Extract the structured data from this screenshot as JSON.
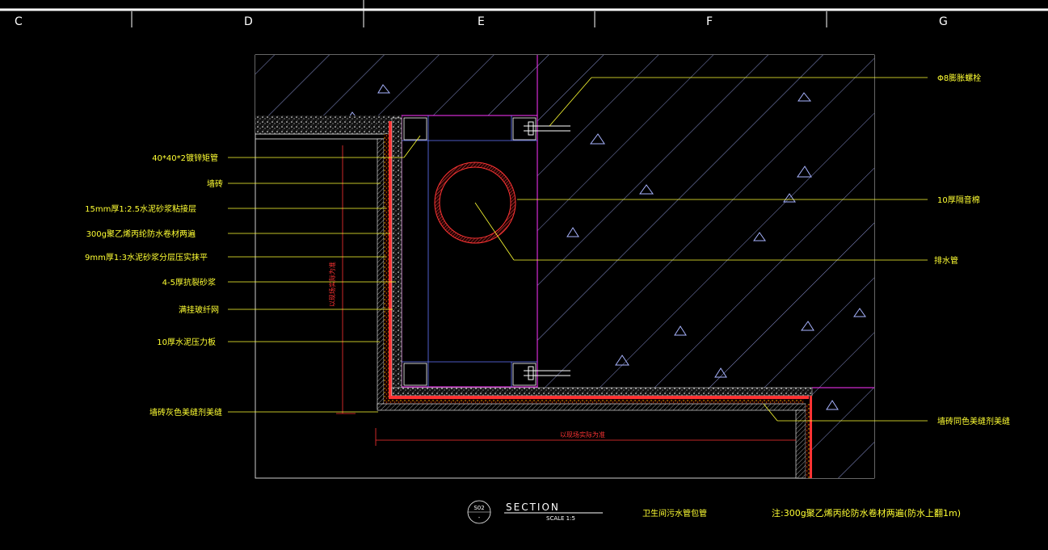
{
  "grid_columns": [
    "C",
    "D",
    "E",
    "F",
    "G"
  ],
  "annotations_left": [
    "40*40*2镀锌矩管",
    "墙砖",
    "15mm厚1:2.5水泥砂浆粘接层",
    "300g聚乙烯丙纶防水卷材两遍",
    "9mm厚1:3水泥砂浆分层压实抹平",
    "4-5厚抗裂砂浆",
    "满挂玻纤网",
    "10厚水泥压力板",
    "墙砖灰色美缝剂美缝"
  ],
  "annotations_right": [
    "Φ8膨胀螺栓",
    "10厚隔音棉",
    "排水管",
    "墙砖同色美缝剂美缝"
  ],
  "dimension_vertical": "以现场实际为准",
  "dimension_horizontal": "以现场实际为准",
  "section": {
    "number": "S02",
    "sub": "-",
    "title": "SECTION",
    "scale": "SCALE 1:5",
    "name": "卫生间污水管包管"
  },
  "note": "注:300g聚乙烯丙纶防水卷材两遍(防水上翻1m)",
  "colors": {
    "background": "#000000",
    "annotation": "#ffff33",
    "outline": "#ff33ff",
    "hatch": "#a8b4ff",
    "dimension": "#ff3333",
    "frame": "#ffffff"
  }
}
